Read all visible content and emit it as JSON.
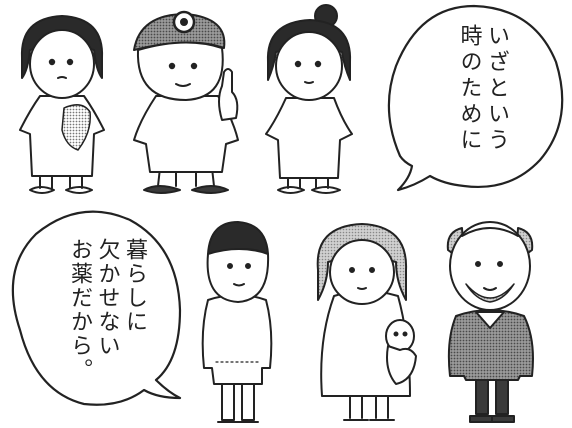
{
  "bubbles": [
    {
      "lines": [
        "いざという",
        "時のために"
      ]
    },
    {
      "lines": [
        "暮らしに",
        "欠かせない",
        "お薬だから。"
      ]
    }
  ],
  "characters": [
    {
      "role": "girl-with-bandage"
    },
    {
      "role": "boy-with-head-mirror-pointing"
    },
    {
      "role": "girl-with-hair-bun"
    },
    {
      "role": "father"
    },
    {
      "role": "mother-with-baby"
    },
    {
      "role": "grandfather"
    }
  ],
  "colors": {
    "line": "#222222",
    "hair": "#2a2a2a",
    "gray_hair": "#aaaaaa",
    "shirt_pattern": "#8a8a8a",
    "shoes": "#3a3a3a"
  }
}
